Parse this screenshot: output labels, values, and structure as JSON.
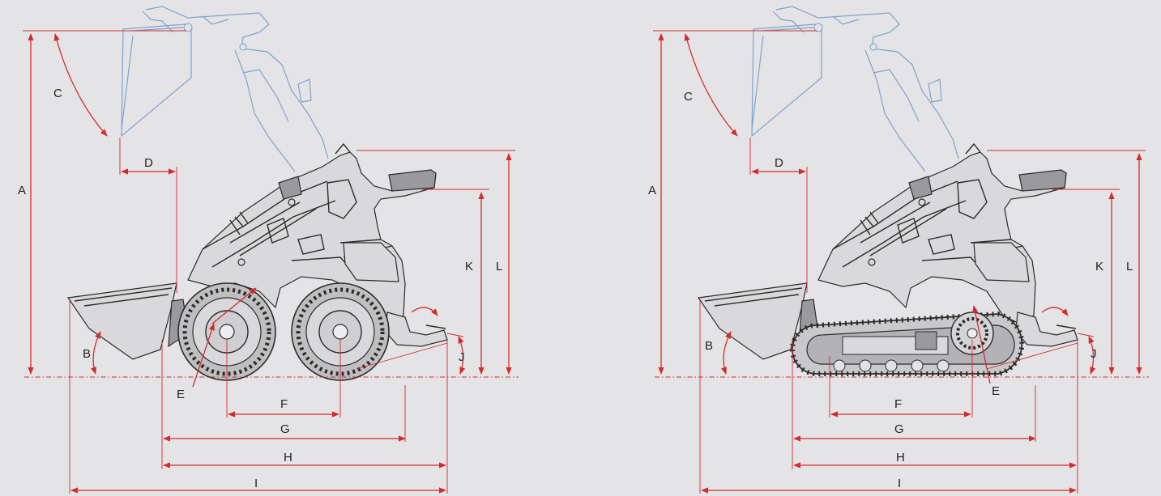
{
  "diagrams": [
    {
      "variant": "wheeled",
      "labels": {
        "A": "A",
        "B": "B",
        "C": "C",
        "D": "D",
        "E": "E",
        "F": "F",
        "G": "G",
        "H": "H",
        "I": "I",
        "J": "J",
        "K": "K",
        "L": "L"
      }
    },
    {
      "variant": "tracked",
      "labels": {
        "A": "A",
        "B": "B",
        "C": "C",
        "D": "D",
        "E": "E",
        "F": "F",
        "G": "G",
        "H": "H",
        "I": "I",
        "J": "J",
        "K": "K",
        "L": "L"
      }
    }
  ],
  "colors": {
    "background": "#e4e4e6",
    "dimension": "#d42b2b",
    "linework": "#2b2b2b",
    "raised_arm": "#7fa3cc"
  }
}
